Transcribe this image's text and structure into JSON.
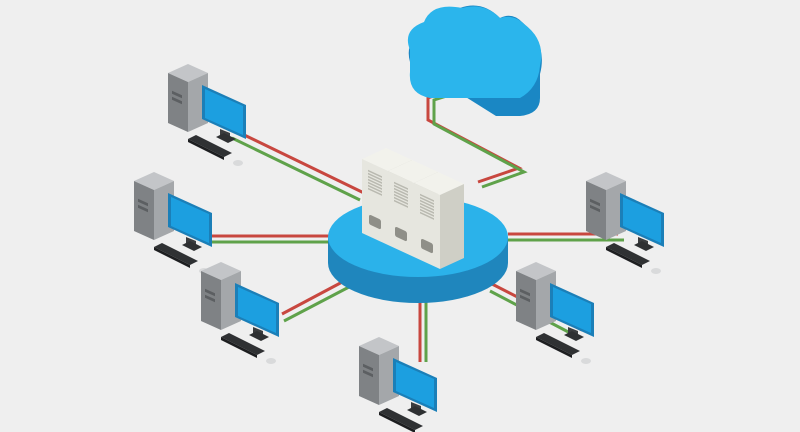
{
  "colors": {
    "background": "#efefef",
    "cable_red": "#c8473f",
    "cable_green": "#5fa24a",
    "hub_top": "#2bb2ea",
    "hub_side": "#1f86bd",
    "cloud_top": "#2bb5ec",
    "cloud_side": "#1a87c4",
    "tower_front": "#7f8285",
    "tower_side": "#a4a7aa",
    "tower_top": "#c3c5c8",
    "screen": "#1c9fe0",
    "screen_frame": "#1b7fb8",
    "server_front": "#e6e6df",
    "server_side": "#cfcfc6",
    "server_top": "#f2f2ec"
  },
  "diagram": {
    "hub": {
      "name": "network-hub",
      "icon": "server-rack-icon"
    },
    "cloud": {
      "name": "cloud",
      "icon": "cloud-icon"
    },
    "clients": [
      {
        "id": "client-1",
        "icon": "desktop-computer-icon"
      },
      {
        "id": "client-2",
        "icon": "desktop-computer-icon"
      },
      {
        "id": "client-3",
        "icon": "desktop-computer-icon"
      },
      {
        "id": "client-4",
        "icon": "desktop-computer-icon"
      },
      {
        "id": "client-5",
        "icon": "desktop-computer-icon"
      },
      {
        "id": "client-6",
        "icon": "desktop-computer-icon"
      }
    ]
  }
}
